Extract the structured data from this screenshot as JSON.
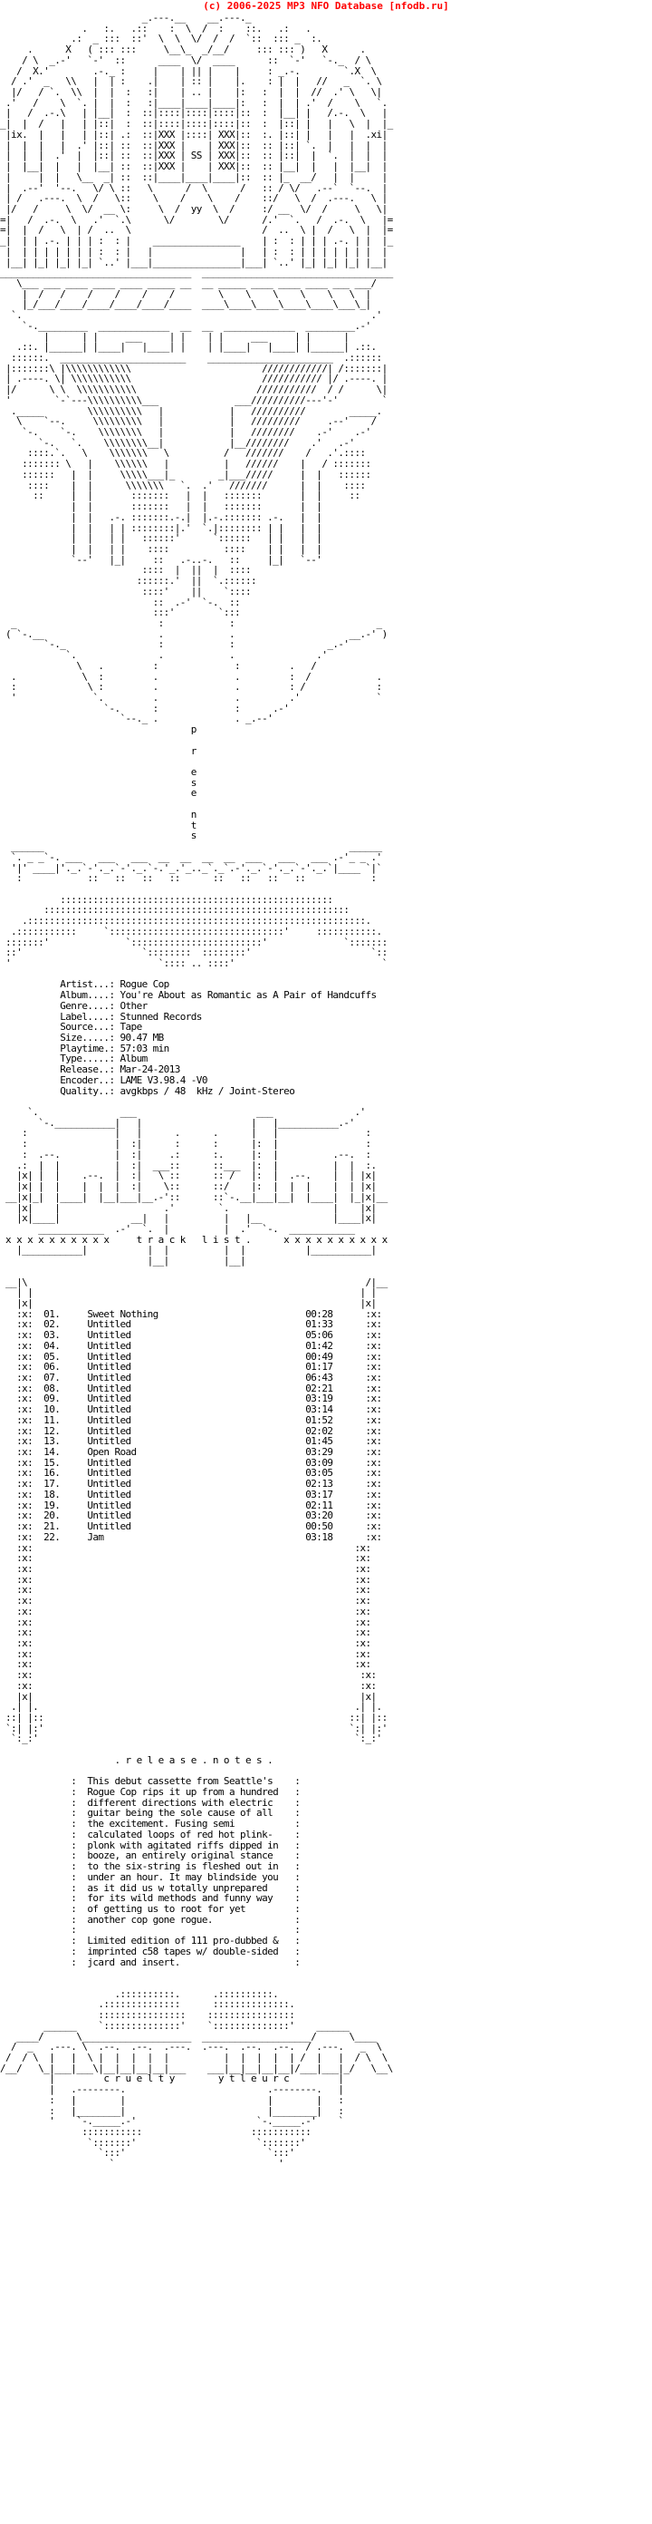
{
  "header": {
    "credit": "(c) 2006-2025 MP3 NFO Database [nfodb.ru]"
  },
  "release": {
    "artist": "Rogue Cop",
    "album": "You're About as Romantic as A Pair of Handcuffs",
    "genre": "Other",
    "label": "Stunned Records",
    "source": "Tape",
    "size": "90.47 MB",
    "playtime": "57:03 min",
    "type": "Album",
    "release_date": "Mar-24-2013",
    "encoder": "LAME V3.98.4 -V0",
    "quality": "avgkbps / 48  kHz / Joint-Stereo"
  },
  "tracklist": [
    {
      "no": "01.",
      "title": "Sweet Nothing",
      "time": "00:28"
    },
    {
      "no": "02.",
      "title": "Untitled",
      "time": "01:33"
    },
    {
      "no": "03.",
      "title": "Untitled",
      "time": "05:06"
    },
    {
      "no": "04.",
      "title": "Untitled",
      "time": "01:42"
    },
    {
      "no": "05.",
      "title": "Untitled",
      "time": "00:49"
    },
    {
      "no": "06.",
      "title": "Untitled",
      "time": "01:17"
    },
    {
      "no": "07.",
      "title": "Untitled",
      "time": "06:43"
    },
    {
      "no": "08.",
      "title": "Untitled",
      "time": "02:21"
    },
    {
      "no": "09.",
      "title": "Untitled",
      "time": "03:19"
    },
    {
      "no": "10.",
      "title": "Untitled",
      "time": "03:14"
    },
    {
      "no": "11.",
      "title": "Untitled",
      "time": "01:52"
    },
    {
      "no": "12.",
      "title": "Untitled",
      "time": "02:02"
    },
    {
      "no": "13.",
      "title": "Untitled",
      "time": "01:45"
    },
    {
      "no": "14.",
      "title": "Open Road",
      "time": "03:29"
    },
    {
      "no": "15.",
      "title": "Untitled",
      "time": "03:09"
    },
    {
      "no": "16.",
      "title": "Untitled",
      "time": "03:05"
    },
    {
      "no": "17.",
      "title": "Untitled",
      "time": "02:13"
    },
    {
      "no": "18.",
      "title": "Untitled",
      "time": "03:17"
    },
    {
      "no": "19.",
      "title": "Untitled",
      "time": "02:11"
    },
    {
      "no": "20.",
      "title": "Untitled",
      "time": "03:20"
    },
    {
      "no": "21.",
      "title": "Untitled",
      "time": "00:50"
    },
    {
      "no": "22.",
      "title": "Jam",
      "time": "03:18"
    }
  ],
  "release_notes": [
    "This debut cassette from Seattle's",
    "Rogue Cop rips it up from a hundred",
    "different directions with electric",
    "guitar being the sole cause of all",
    "the excitement. Fusing semi",
    "calculated loops of red hot plink-",
    "plonk with agitated riffs dipped in",
    "booze, an entirely original stance",
    "to the six-string is fleshed out in",
    "under an hour. It may blindside you",
    "as it did us w totally unprepared",
    "for its wild methods and funny way",
    "of getting us to root for yet",
    "another cop gone rogue.",
    "",
    "Limited edition of 111 pro-dubbed &",
    "imprinted c58 tapes w/ double-sided",
    "jcard and insert."
  ]
}
